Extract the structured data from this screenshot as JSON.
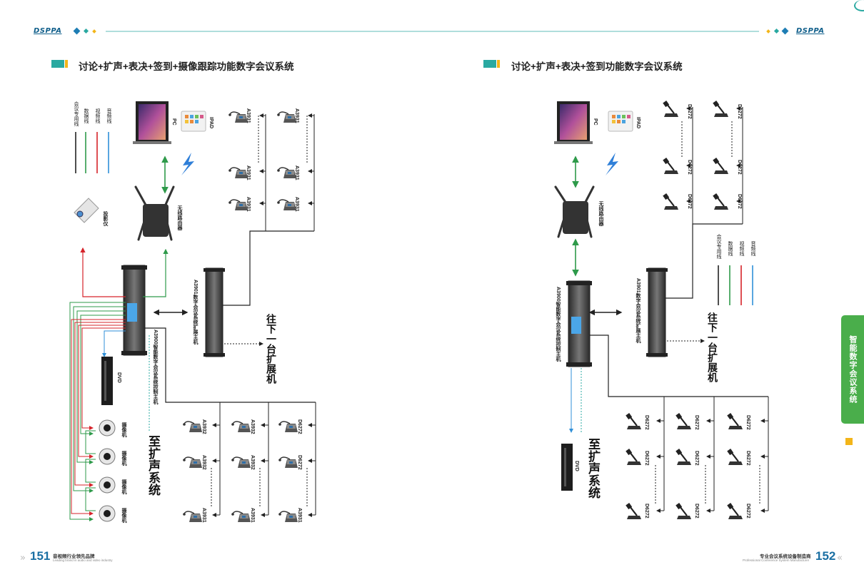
{
  "header": {
    "brand_left": "DSPPA",
    "brand_right": "DSPPA"
  },
  "left_page": {
    "title": "讨论+扩声+表决+签到+摄像跟踪功能数字会议系统",
    "legend": [
      "会议专用线",
      "数据线",
      "视频线",
      "音频线"
    ],
    "labels": {
      "pc": "PC",
      "ipad": "IPAD",
      "router": "无线路由器",
      "projector": "投影仪",
      "controller": "A3900智能数字会议系统控制主机",
      "extender": "A3901数字会议系统扩展主机",
      "dvd": "DVD",
      "camera": "摄像机",
      "next_extender": "往下一台扩展机",
      "to_pa": "至扩声系统"
    },
    "mic_models": [
      "A3931",
      "A3932",
      "D6272"
    ],
    "page_number": "151",
    "footer_cn": "音视频行业领先品牌",
    "footer_en": "Leading brand in audio and video industry"
  },
  "right_page": {
    "title": "讨论+扩声+表决+签到功能数字会议系统",
    "legend": [
      "会议专用线",
      "数据线",
      "视频线",
      "音频线"
    ],
    "labels": {
      "pc": "PC",
      "ipad": "IPAD",
      "router": "无线路由器",
      "controller": "A3900智能数字会议系统控制主机",
      "extender": "A3901数字会议系统扩展主机",
      "dvd": "DVD",
      "next_extender": "往下一台扩展机",
      "to_pa": "至扩声系统"
    },
    "mic_models": [
      "D6272"
    ],
    "side_tab": "智能数字会议系统",
    "page_number": "152",
    "footer_cn": "专业会议系统设备制造商",
    "footer_en": "Professional Conference System Manufacturer"
  },
  "colors": {
    "conference_line": "#222222",
    "data_line": "#2e9a4a",
    "video_line": "#d6232a",
    "audio_line": "#2f8fd8",
    "accent_teal": "#2aa9a1",
    "brand_blue": "#0f5e8a",
    "side_tab": "#4aae4b"
  }
}
